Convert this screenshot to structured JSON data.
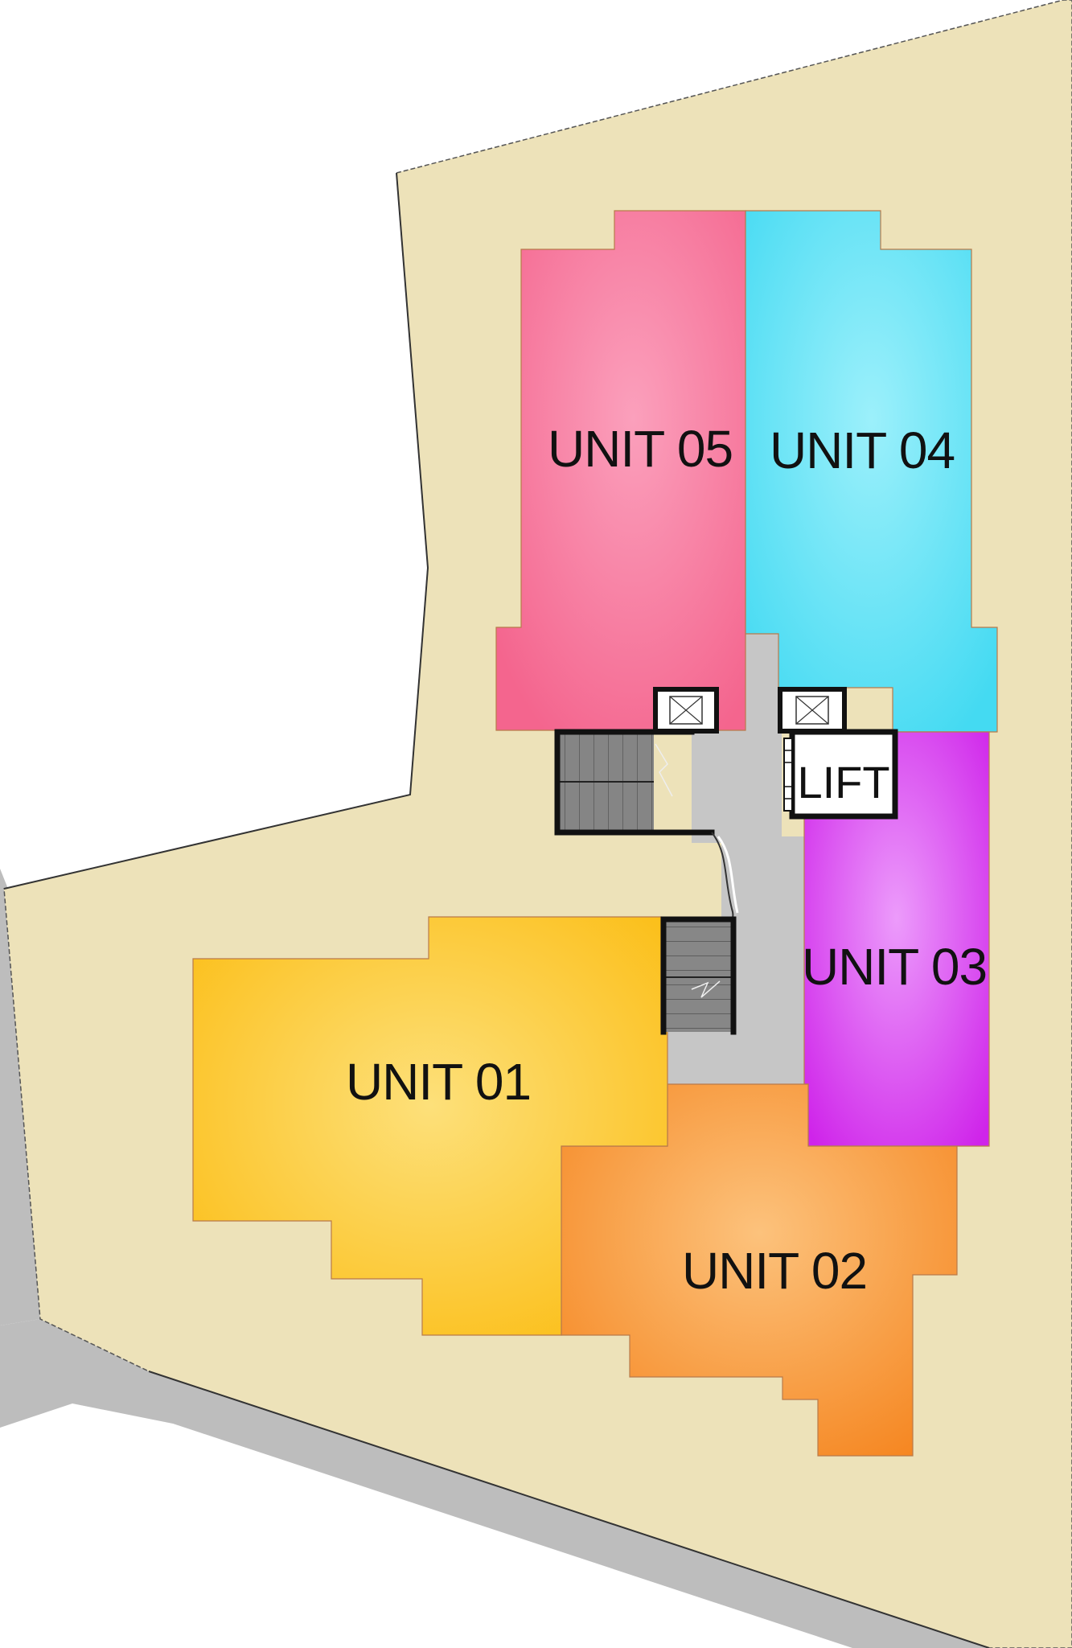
{
  "units": [
    {
      "id": "unit-05",
      "label": "UNIT 05",
      "color": "#f77ba0"
    },
    {
      "id": "unit-04",
      "label": "UNIT 04",
      "color": "#5ee3f5"
    },
    {
      "id": "unit-03",
      "label": "UNIT 03",
      "color": "#dd4cf2"
    },
    {
      "id": "unit-02",
      "label": "UNIT 02",
      "color": "#f99634"
    },
    {
      "id": "unit-01",
      "label": "UNIT 01",
      "color": "#fcc52b"
    }
  ],
  "lift": {
    "label": "LIFT"
  },
  "colors": {
    "site": "#ede2b9",
    "road": "#bdbdbd",
    "corridor": "#c8c8c8",
    "stairs": "#8a8a8a"
  }
}
